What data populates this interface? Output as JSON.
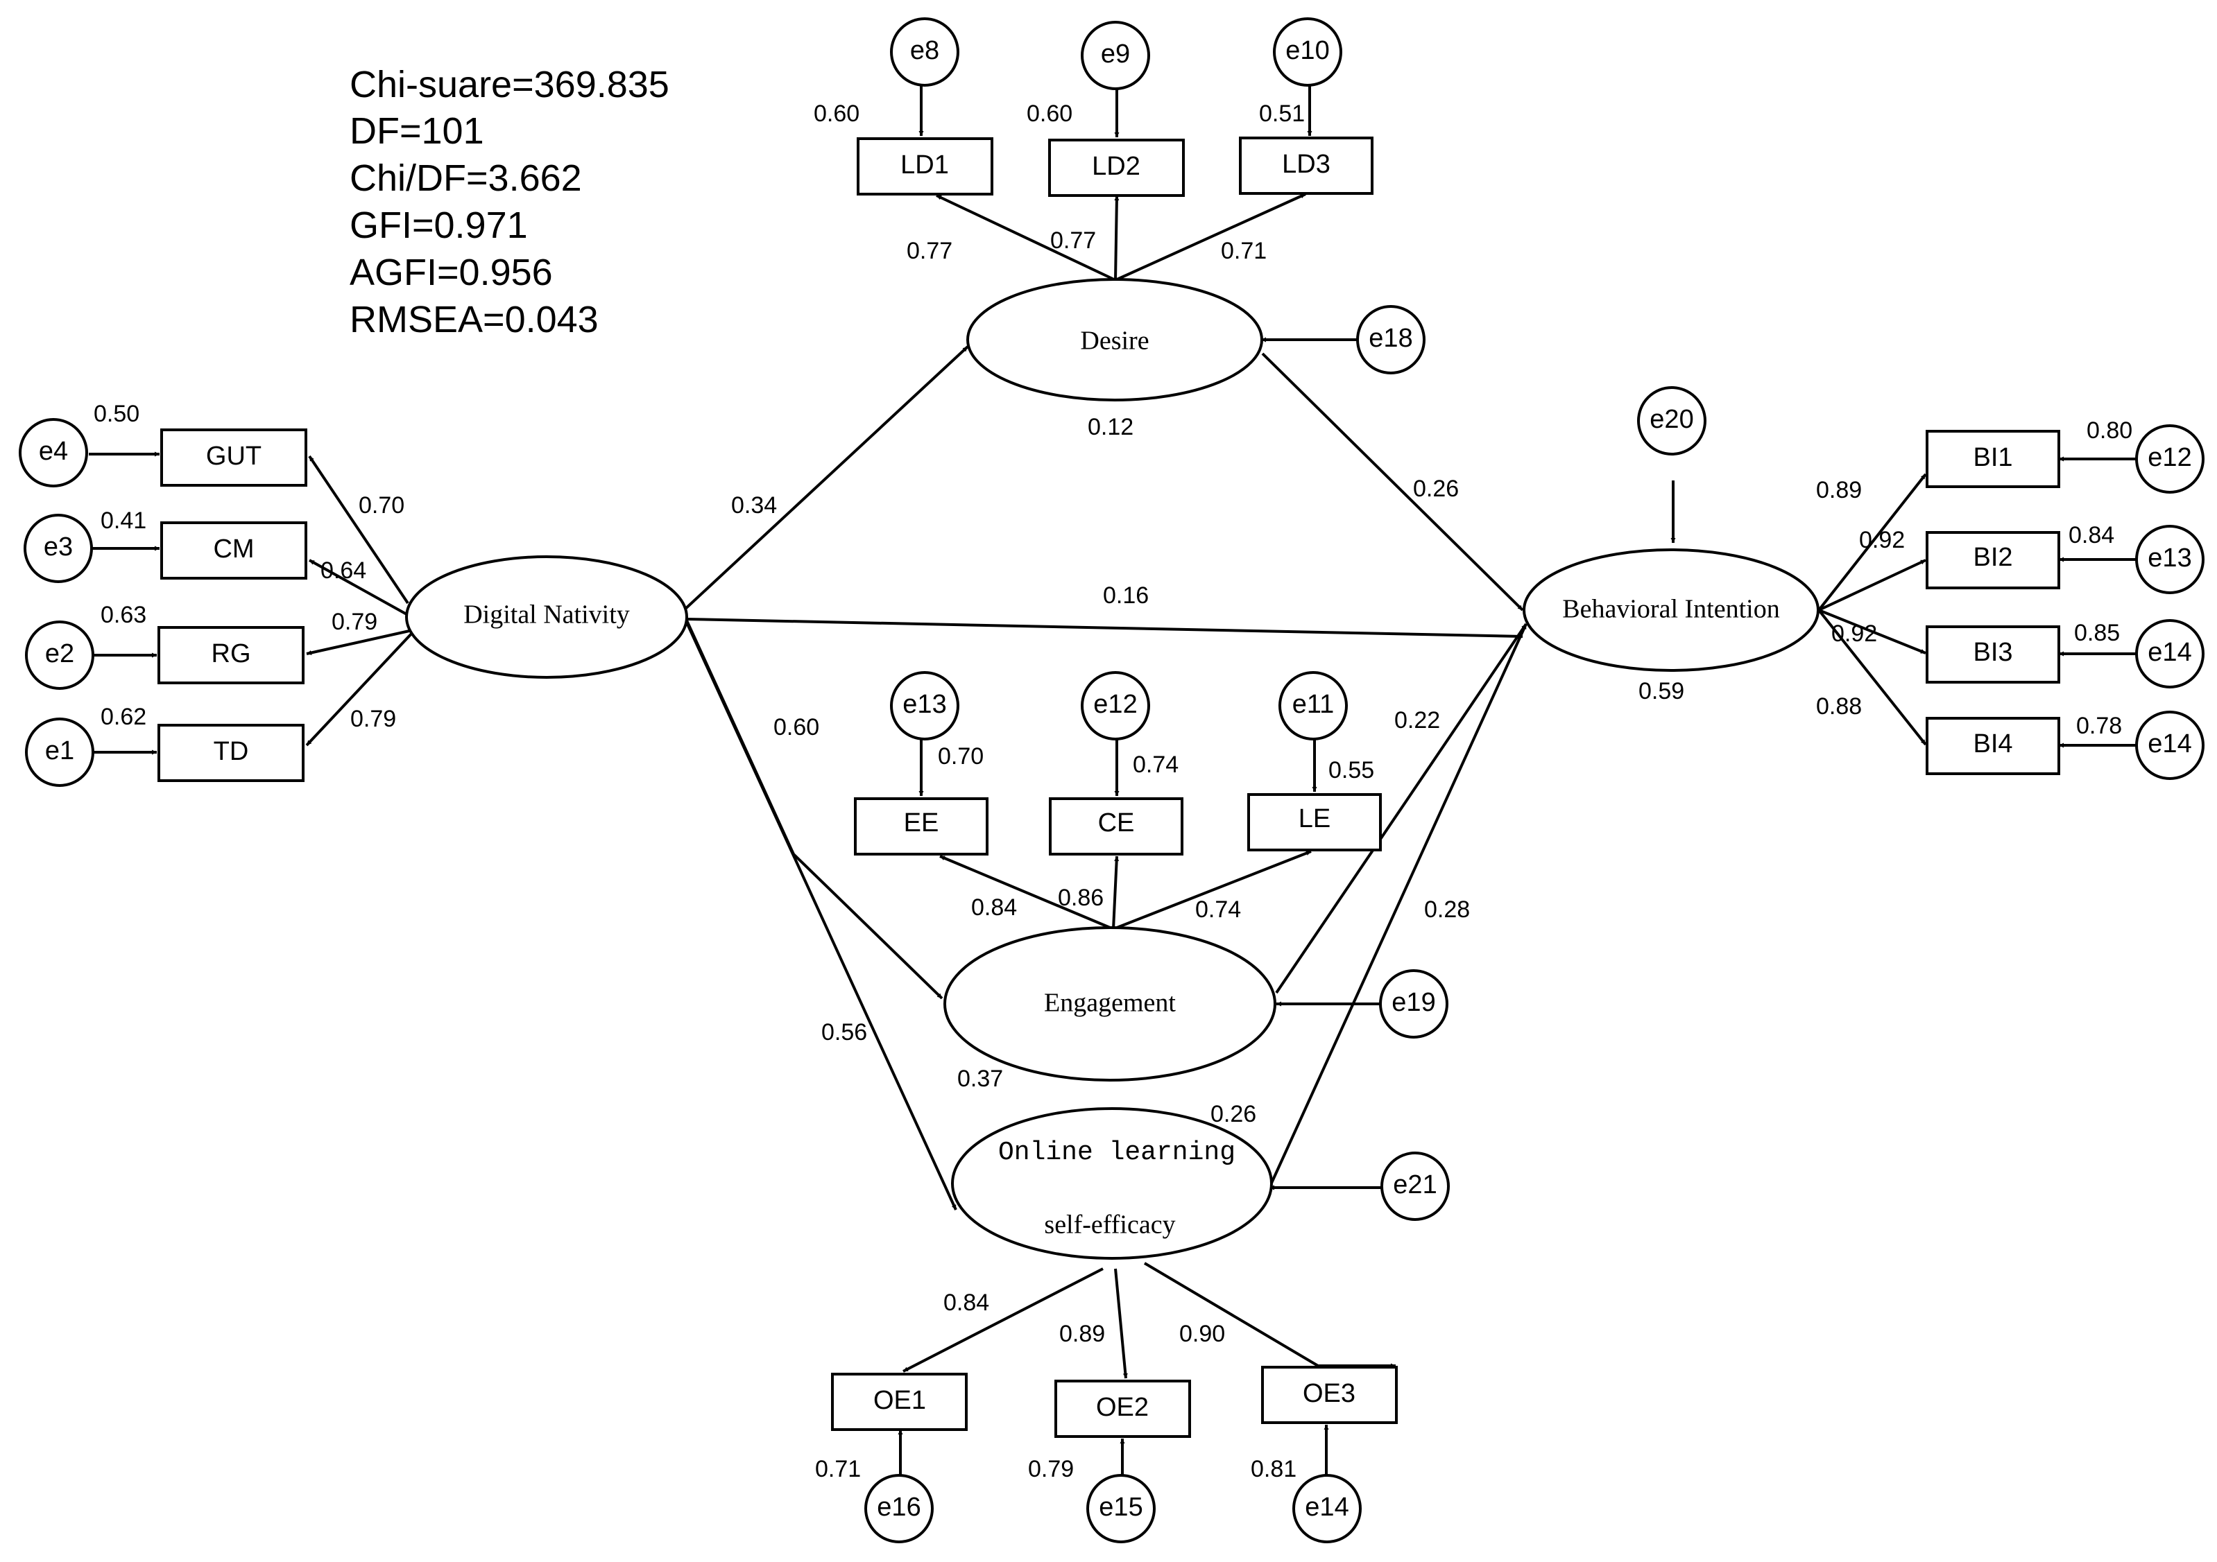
{
  "fit_stats": [
    "Chi-suare=369.835",
    "DF=101",
    "Chi/DF=3.662",
    "GFI=0.971",
    "AGFI=0.956",
    "RMSEA=0.043"
  ],
  "latent": {
    "digital_nativity": "Digital Nativity",
    "desire": "Desire",
    "behavioral_intention": "Behavioral Intention",
    "engagement": "Engagement",
    "online_learning_line1": "Online learning",
    "online_learning_line2": "self-efficacy"
  },
  "observed": {
    "gut": "GUT",
    "cm": "CM",
    "rg": "RG",
    "td": "TD",
    "ld1": "LD1",
    "ld2": "LD2",
    "ld3": "LD3",
    "ee": "EE",
    "ce": "CE",
    "le": "LE",
    "oe1": "OE1",
    "oe2": "OE2",
    "oe3": "OE3",
    "bi1": "BI1",
    "bi2": "BI2",
    "bi3": "BI3",
    "bi4": "BI4"
  },
  "errors": {
    "e4": "e4",
    "e3": "e3",
    "e2": "e2",
    "e1": "e1",
    "e8": "e8",
    "e9": "e9",
    "e10": "e10",
    "e13_eng": "e13",
    "e12_eng": "e12",
    "e11": "e11",
    "e16": "e16",
    "e15": "e15",
    "e14_ose": "e14",
    "e18": "e18",
    "e19": "e19",
    "e21": "e21",
    "e20": "e20",
    "e12_bi": "e12",
    "e13_bi": "e13",
    "e14_bi3": "e14",
    "e14_bi4": "e14"
  },
  "values": {
    "gut_r2": "0.50",
    "cm_r2": "0.41",
    "rg_r2": "0.63",
    "td_r2": "0.62",
    "gut_load": "0.70",
    "cm_load": "0.64",
    "rg_load": "0.79",
    "td_load": "0.79",
    "ld1_r2": "0.60",
    "ld2_r2": "0.60",
    "ld3_r2": "0.51",
    "ld1_load": "0.77",
    "ld2_load": "0.77",
    "ld3_load": "0.71",
    "desire_r2": "0.12",
    "dn_desire": "0.34",
    "desire_bi": "0.26",
    "dn_bi": "0.16",
    "dn_eng": "0.60",
    "dn_ose": "0.56",
    "eng_bi": "0.22",
    "ose_bi": "0.28",
    "ee_r2": "0.70",
    "ce_r2": "0.74",
    "le_r2": "0.55",
    "ee_load": "0.84",
    "ce_load": "0.86",
    "le_load": "0.74",
    "eng_r2": "0.37",
    "ose_r2": "0.26",
    "oe1_load": "0.84",
    "oe2_load": "0.89",
    "oe3_load": "0.90",
    "oe1_r2": "0.71",
    "oe2_r2": "0.79",
    "oe3_r2": "0.81",
    "bi_r2": "0.59",
    "bi1_load": "0.89",
    "bi2_load": "0.92",
    "bi3_load": "0.92",
    "bi4_load": "0.88",
    "bi1_r2": "0.80",
    "bi2_r2": "0.84",
    "bi3_r2": "0.85",
    "bi4_r2": "0.78"
  }
}
